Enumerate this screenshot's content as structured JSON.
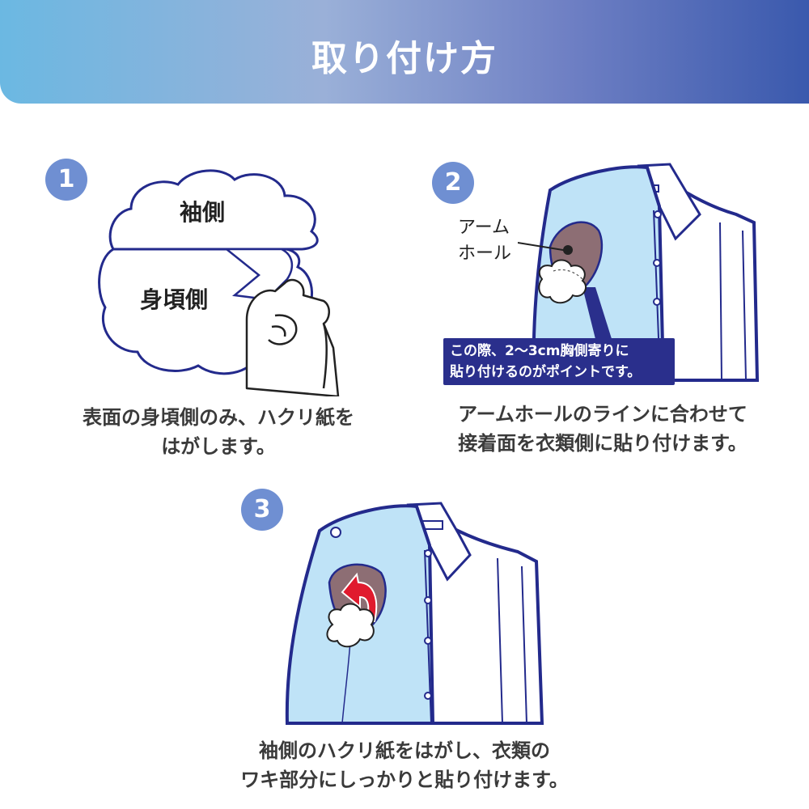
{
  "header": {
    "title": "取り付け方"
  },
  "colors": {
    "accent": "#3a59ad",
    "step_badge": "#6f8fd2",
    "outline": "#232a8c",
    "shirt_fill": "#bfe3f7",
    "pad_fill": "#8d6e74",
    "arrow_red": "#e01a2e"
  },
  "step1": {
    "number": "1",
    "top_label": "袖側",
    "bottom_label": "身頃側",
    "caption_lines": [
      "表面の身頃側のみ、ハクリ紙を",
      "はがします。"
    ]
  },
  "step2": {
    "number": "2",
    "armhole_lines": [
      "アーム",
      "ホール"
    ],
    "note_lines": [
      "この際、2〜3cm胸側寄りに",
      "貼り付けるのがポイントです。"
    ],
    "caption_lines": [
      "アームホールのラインに合わせて",
      "接着面を衣類側に貼り付けます。"
    ]
  },
  "step3": {
    "number": "3",
    "caption_lines": [
      "袖側のハクリ紙をはがし、衣類の",
      "ワキ部分にしっかりと貼り付けます。"
    ]
  }
}
